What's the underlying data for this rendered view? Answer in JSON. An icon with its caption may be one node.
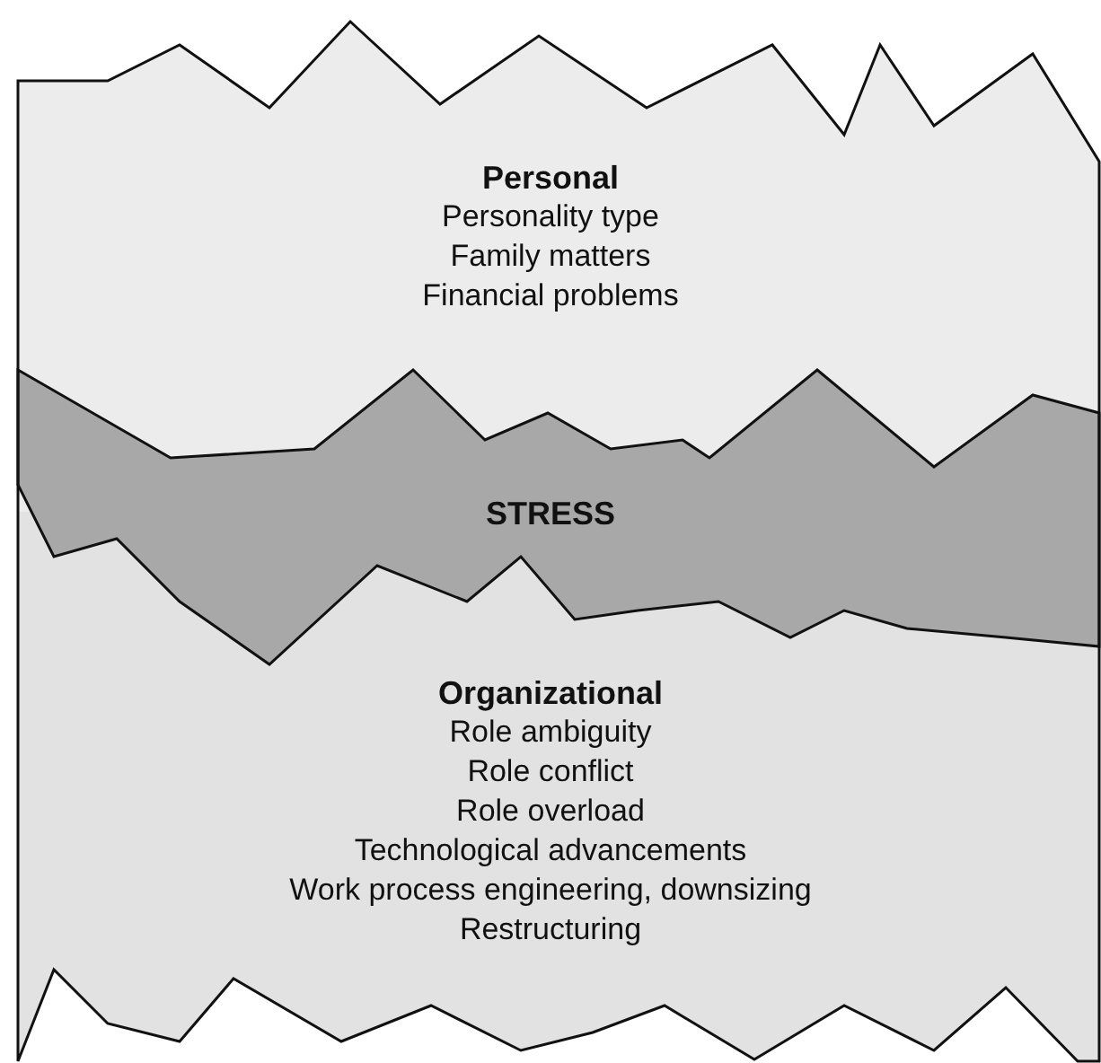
{
  "diagram": {
    "nodes": [
      {
        "text": [
          "Personal",
          "Personality type",
          "Family matters",
          "Financial problems"
        ]
      },
      {
        "text": [
          "STRESS"
        ]
      },
      {
        "text": [
          "Organizational",
          "Role ambiguity",
          "Role conflict",
          "Role overload",
          "Technological advancements",
          "Work process engineering, downsizing",
          "Restructuring"
        ]
      }
    ]
  }
}
